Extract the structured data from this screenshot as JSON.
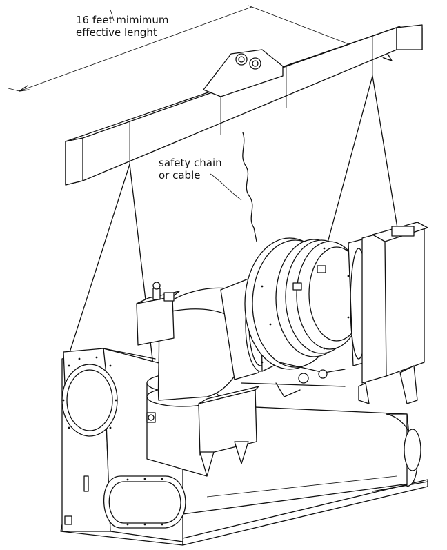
{
  "labels": {
    "dimension_line1": "16 feet mimimum",
    "dimension_line2": "effective lenght",
    "chain_line1": "safety chain",
    "chain_line2": "or cable"
  },
  "colors": {
    "line": "#111111",
    "background": "#ffffff"
  }
}
